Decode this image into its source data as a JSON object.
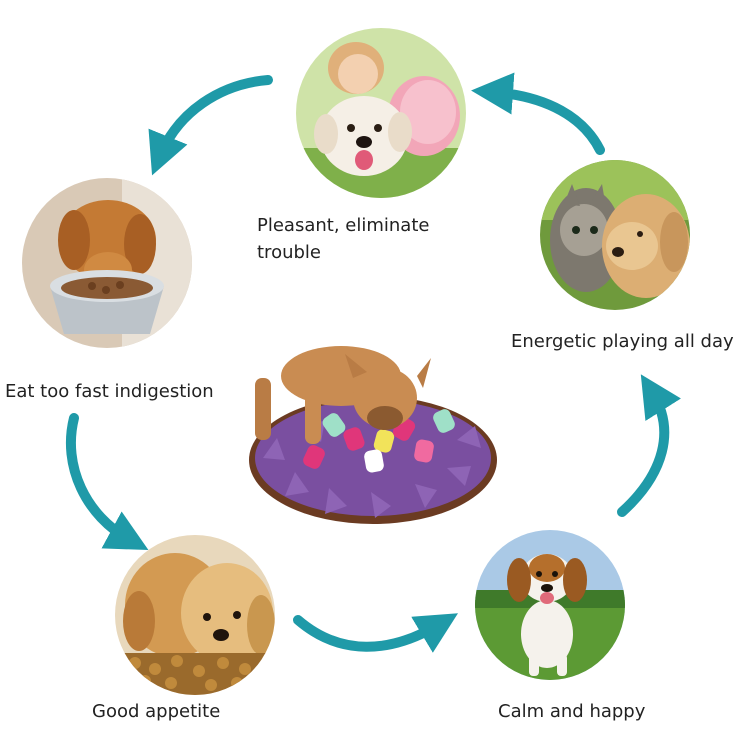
{
  "colors": {
    "arrow": "#1f9aa8",
    "mat_purple": "#7a4fa0",
    "mat_rim": "#6b3b22"
  },
  "captions": {
    "pleasant_line1": "Pleasant, eliminate",
    "pleasant_line2": "trouble",
    "energetic": "Energetic playing all day",
    "eat_fast": "Eat too fast indigestion",
    "good_appetite": "Good appetite",
    "calm": "Calm and happy"
  },
  "photos": [
    {
      "name": "girl-hugging-dog"
    },
    {
      "name": "kitten-and-puppy"
    },
    {
      "name": "dog-eating-from-bowl"
    },
    {
      "name": "dog-on-snuffle-mat"
    },
    {
      "name": "puppies-with-kibble"
    },
    {
      "name": "running-beagle"
    }
  ]
}
